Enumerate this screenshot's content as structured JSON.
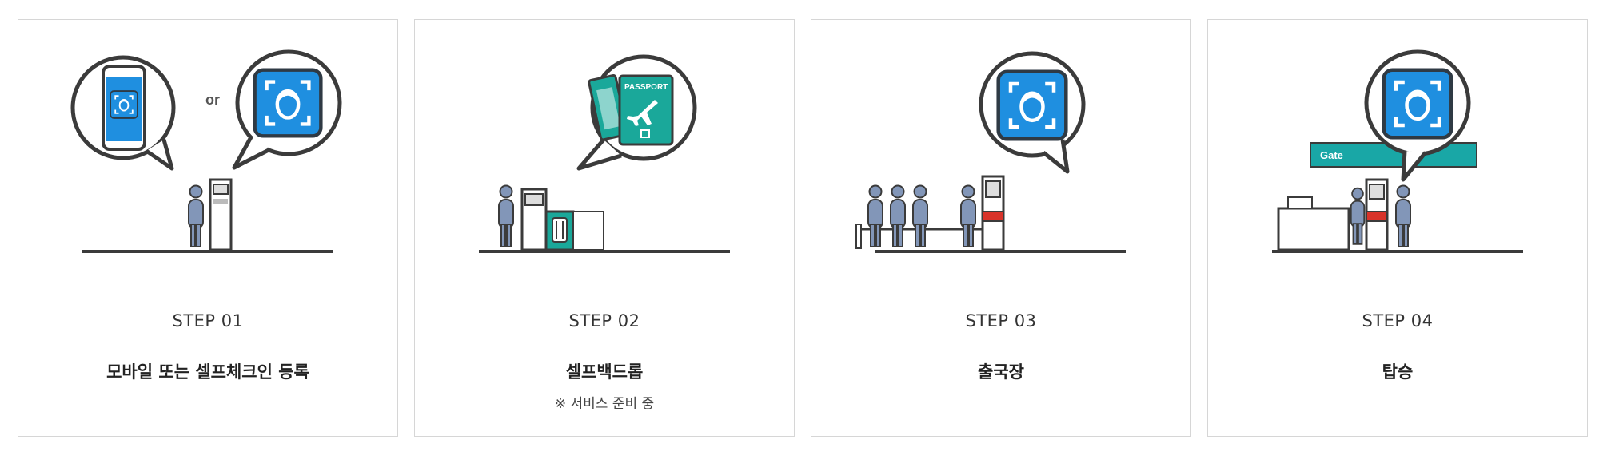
{
  "steps": [
    {
      "number": "STEP 01",
      "title": "모바일 또는 셀프체크인 등록",
      "note": "",
      "illus_text": "or"
    },
    {
      "number": "STEP 02",
      "title": "셀프백드롭",
      "note": "※ 서비스 준비 중",
      "illus_text": "PASSPORT"
    },
    {
      "number": "STEP 03",
      "title": "출국장",
      "note": ""
    },
    {
      "number": "STEP 04",
      "title": "탑승",
      "note": "",
      "illus_text": "Gate"
    }
  ],
  "colors": {
    "face_blue": "#1f8fe0",
    "passport_teal": "#1aa89a",
    "figure": "#8296b8",
    "kiosk_red": "#d8332a",
    "outline": "#3b3b3b",
    "gate_sign": "#19a7a6"
  }
}
